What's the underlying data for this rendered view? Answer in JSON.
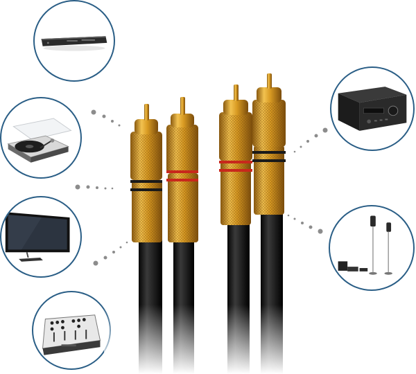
{
  "scene": {
    "accent_color": "#2a5e86",
    "connector_color": "#d49a1f",
    "cable_color": "#141414",
    "ring_colors": [
      "#1a1a1a",
      "#c8281c"
    ],
    "devices": [
      {
        "name": "blu-ray-player-icon",
        "side": "left"
      },
      {
        "name": "turntable-icon",
        "side": "left"
      },
      {
        "name": "television-icon",
        "side": "left"
      },
      {
        "name": "dj-mixer-icon",
        "side": "left"
      },
      {
        "name": "av-receiver-icon",
        "side": "right"
      },
      {
        "name": "home-theater-speakers-icon",
        "side": "right"
      }
    ],
    "plug_count": 4
  }
}
